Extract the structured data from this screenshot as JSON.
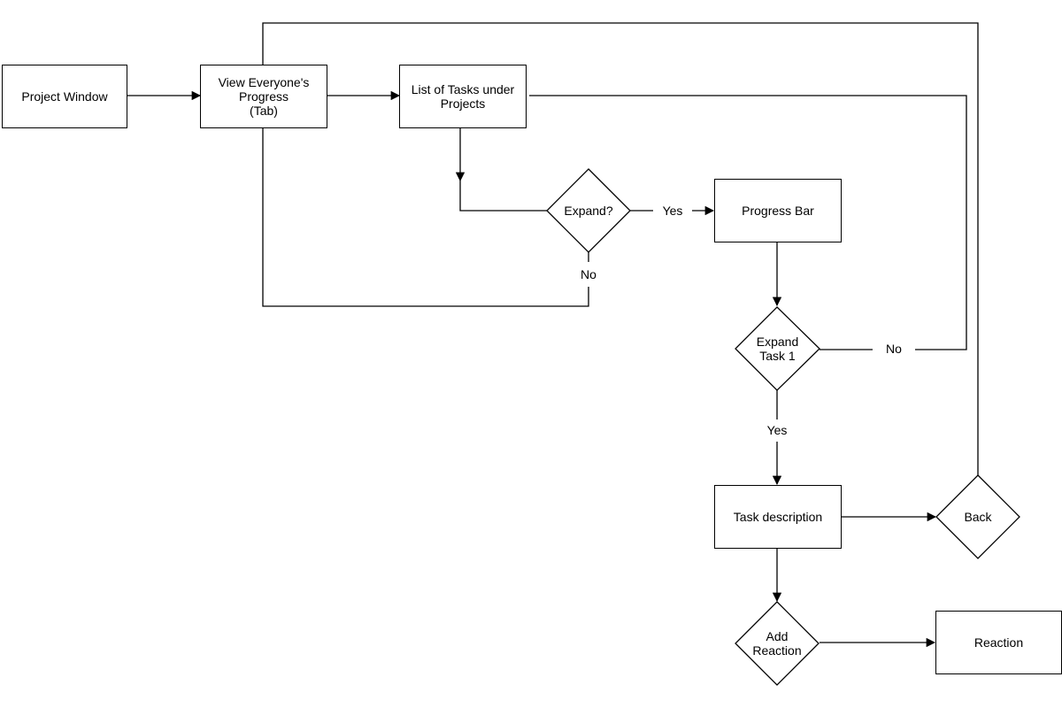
{
  "nodes": {
    "project_window": "Project Window",
    "view_progress": "View Everyone's\nProgress\n(Tab)",
    "task_list": "List of Tasks under\nProjects",
    "expand": "Expand?",
    "progress_bar": "Progress Bar",
    "expand_task": "Expand\nTask 1",
    "task_description": "Task description",
    "back": "Back",
    "add_reaction": "Add\nReaction",
    "reaction": "Reaction"
  },
  "edges": {
    "expand_yes": "Yes",
    "expand_no": "No",
    "expand_task_no": "No",
    "expand_task_yes": "Yes"
  },
  "colors": {
    "line": "#000000",
    "background": "#ffffff"
  }
}
